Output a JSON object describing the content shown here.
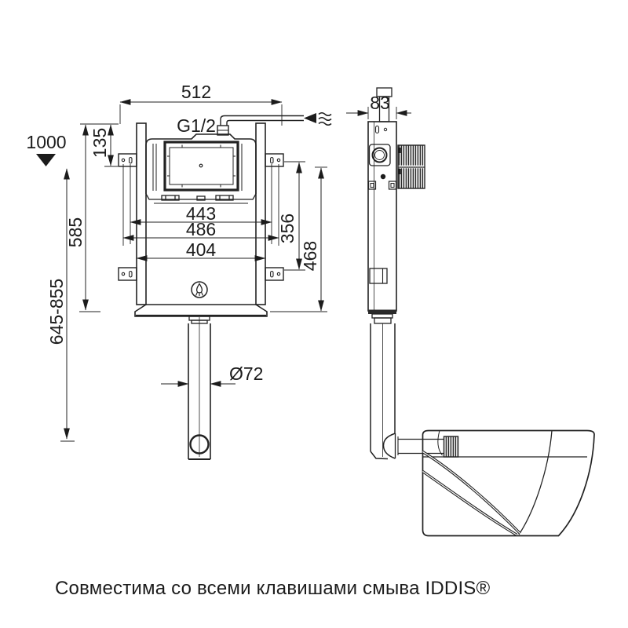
{
  "caption": {
    "text": "Совместима со всеми клавишами смыва IDDIS®"
  },
  "front_view": {
    "overall_width": "512",
    "inlet_thread": "G1/2",
    "frame_top_offset": "135",
    "level_mark": "1000",
    "frame_height": "585",
    "height_range": "645-855",
    "mount_width_inner": "443",
    "mount_width_outer": "486",
    "rail_width": "404",
    "bracket_height_span": "356",
    "cistern_height": "468",
    "drain_diameter": "Ø72"
  },
  "side_view": {
    "depth": "83"
  },
  "colors": {
    "line": "#1f1f1f",
    "background": "#ffffff"
  }
}
